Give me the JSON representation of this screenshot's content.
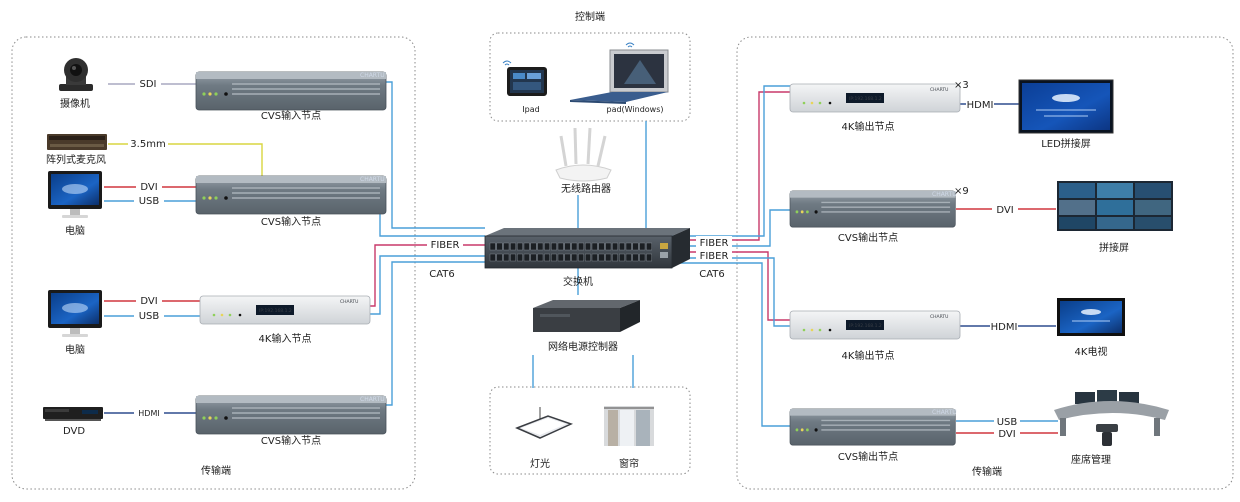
{
  "zones": {
    "left_label": "传输端",
    "right_label": "传输端",
    "control_label": "控制端"
  },
  "sources": {
    "camera": "摄像机",
    "mic": "阵列式麦克风",
    "pc1": "电脑",
    "pc2": "电脑",
    "dvd": "DVD"
  },
  "links": {
    "sdi": "SDI",
    "mm35": "3.5mm",
    "dvi1": "DVI",
    "usb1": "USB",
    "dvi2": "DVI",
    "usb2": "USB",
    "hdmi_in": "HDMI",
    "fiber_left": "FIBER",
    "cat6_left": "CAT6",
    "fiber_right1": "FIBER",
    "fiber_right2": "FIBER",
    "cat6_right": "CAT6",
    "hdmi_out1": "HDMI",
    "dvi_out": "DVI",
    "hdmi_out2": "HDMI",
    "usb_out": "USB",
    "dvi_out2": "DVI"
  },
  "input_nodes": {
    "n1": "CVS输入节点",
    "n2": "CVS输入节点",
    "n3": "4K输入节点",
    "n4": "CVS输入节点"
  },
  "output_nodes": {
    "o1": "4K输出节点",
    "o2": "CVS输出节点",
    "o3": "4K输出节点",
    "o4": "CVS输出节点",
    "x3": "×3",
    "x9": "×9"
  },
  "displays": {
    "led": "LED拼接屏",
    "splice": "拼接屏",
    "tv4k": "4K电视",
    "seat": "座席管理"
  },
  "center": {
    "router": "无线路由器",
    "switch": "交换机",
    "power": "网络电源控制器",
    "light": "灯光",
    "curtain": "窗帘",
    "ipad": "Ipad",
    "pad_win": "pad(Windows)"
  },
  "device_text": {
    "brand": "CHARTU",
    "screen": "IP:192.168.1.2"
  },
  "colors": {
    "red": "#d0373f",
    "blue": "#4a9fd8",
    "pink": "#c8396a",
    "yellow": "#d8d640",
    "gray": "#a8a8c0",
    "navy": "#2f4d8e"
  }
}
